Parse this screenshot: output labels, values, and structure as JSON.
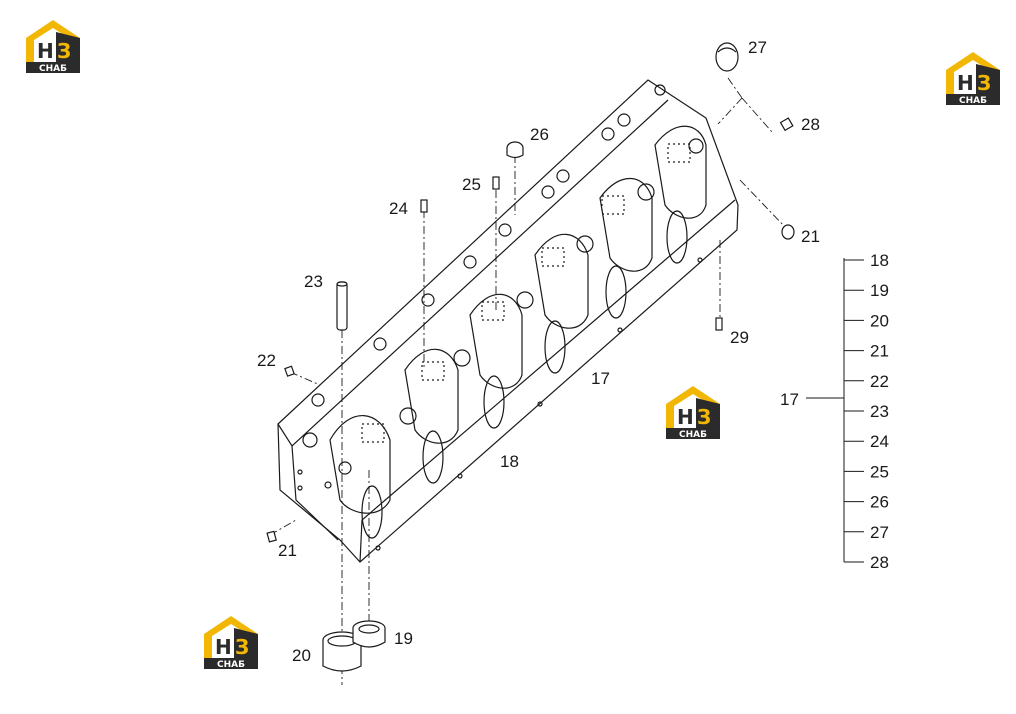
{
  "watermark": {
    "letters_main": "Н",
    "letters_accent": "З",
    "caption": "СНАБ",
    "color_accent": "#F2B705",
    "color_dark": "#2b2b2b"
  },
  "callouts": {
    "c17_top": "17",
    "c18_body": "18",
    "c19": "19",
    "c20": "20",
    "c21_left": "21",
    "c21_right": "21",
    "c22": "22",
    "c23": "23",
    "c24": "24",
    "c25": "25",
    "c26": "26",
    "c27": "27",
    "c28": "28",
    "c29": "29",
    "bracket_root": "17"
  },
  "bracket_items": [
    "18",
    "19",
    "20",
    "21",
    "22",
    "23",
    "24",
    "25",
    "26",
    "27",
    "28"
  ]
}
